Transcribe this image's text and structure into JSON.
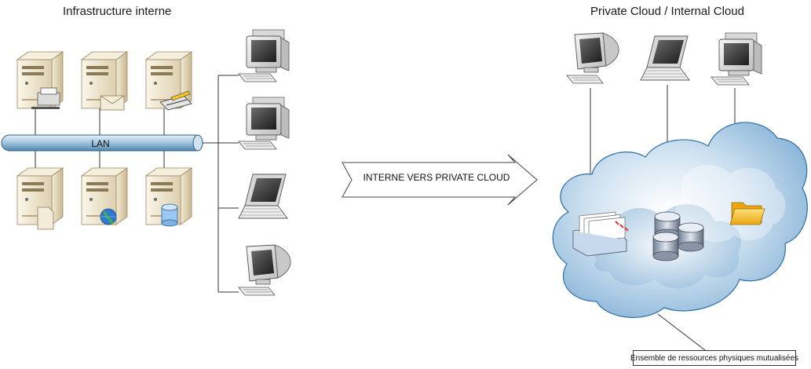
{
  "titles": {
    "left": "Infrastructure interne",
    "right": "Private Cloud / Internal Cloud"
  },
  "lan_label": "LAN",
  "arrow_label": "INTERNE VERS PRIVATE CLOUD",
  "note_label": "Ensemble de ressources physiques mutualisées",
  "colors": {
    "lan_pipe": "#9fc4dd",
    "server_body": "#e8dcc0",
    "cloud_light": "#eaf3fb",
    "cloud_mid": "#a7c9e3",
    "cloud_dark": "#3a83bd",
    "folder": "#f5c02a"
  }
}
